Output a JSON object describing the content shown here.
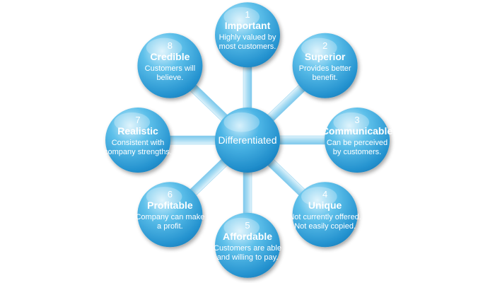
{
  "center": {
    "label": "Differentiated",
    "color": "#2d9ad2"
  },
  "nodes": [
    {
      "number": "1",
      "title": "Important",
      "lines": [
        "Highly valued by",
        "most customers."
      ]
    },
    {
      "number": "2",
      "title": "Superior",
      "lines": [
        "Provides better",
        "benefit."
      ]
    },
    {
      "number": "3",
      "title": "Communicable",
      "lines": [
        "Can be perceived",
        "by customers."
      ]
    },
    {
      "number": "4",
      "title": "Unique",
      "lines": [
        "Not currently offered.",
        "Not easily copied."
      ]
    },
    {
      "number": "5",
      "title": "Affordable",
      "lines": [
        "Customers are able",
        "and willing to pay."
      ]
    },
    {
      "number": "6",
      "title": "Profitable",
      "lines": [
        "Company can make",
        "a profit."
      ]
    },
    {
      "number": "7",
      "title": "Realistic",
      "lines": [
        "Consistent with",
        "company strengths."
      ]
    },
    {
      "number": "8",
      "title": "Credible",
      "lines": [
        "Customers will",
        "believe."
      ]
    }
  ],
  "colors": {
    "sphere_light": "#bfe6f8",
    "sphere_mid": "#44b0e2",
    "sphere_dark": "#1578b5",
    "spoke": "#9fd6f0"
  }
}
